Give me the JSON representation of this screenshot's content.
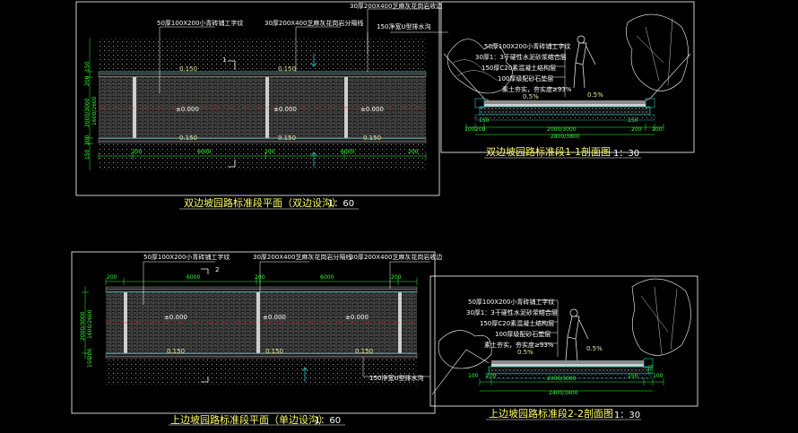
{
  "plan1": {
    "title": "双边坡园路标准段平面（双边设沟）",
    "scale": "1：60",
    "label_tiles": "50厚100X200小青砖铺工字纹",
    "label_divider": "30厚200X400芝麻灰花岗岩分隔线",
    "label_edge": "30厚200X400芝麻灰花岗岩收边",
    "label_drain": "150净宽U型排水沟",
    "slope_top_left": "0.150",
    "slope_top_mid": "0.150",
    "elev_left": "±0.000",
    "elev_mid": "±0.000",
    "elev_right": "±0.000",
    "slope_bot_left": "0.150",
    "slope_bot_mid": "0.150",
    "slope_bot_right": "0.150",
    "dim_200_a": "200",
    "dim_6000": "6000",
    "dim_200_b": "200",
    "dim_6000_b": "6000",
    "dim_200_c": "200",
    "dim_v_150_a": "150",
    "dim_v_200_a": "200",
    "dim_v_total": "2000/3000",
    "dim_v_inner": "1600/2600",
    "dim_v_200_b": "200",
    "dim_v_150_b": "150",
    "section_mark": "1"
  },
  "sec1": {
    "title": "双边坡园路标准段1-1剖面图",
    "scale": "1：30",
    "layer1": "50厚100X200小青砖铺工字纹",
    "layer2": "30厚1：3干硬性水泥砂浆结合层",
    "layer3": "150厚C20素混凝土结构层",
    "layer4": "100厚级配砂石垫层",
    "layer5": "素土夯实，夯实度≥93%",
    "slope_left": "0.5%",
    "slope_right": "0.5%",
    "dim_150_a": "150",
    "dim_150_b": "150",
    "dim_100_a": "100",
    "dim_200_a": "200",
    "dim_inner": "2000/3000",
    "dim_200_b": "200",
    "dim_100_b": "100",
    "dim_total": "2800/3800"
  },
  "plan2": {
    "title": "上边坡园路标准段平面（单边设沟）",
    "scale": "1：60",
    "label_tiles": "50厚100X200小青砖铺工字纹",
    "label_divider": "30厚200X400芝麻灰花岗岩分隔线",
    "label_edge": "30厚200X400芝麻灰花岗岩收边",
    "label_drain": "150净宽U型排水沟",
    "dim_6000_a": "6000",
    "dim_200_a": "200",
    "dim_6000_b": "6000",
    "dim_200_b": "200",
    "dim_200_c": "200",
    "elev_left": "±0.000",
    "elev_mid": "±0.000",
    "elev_right": "±0.000",
    "slope_left": "0.150",
    "slope_mid": "0.150",
    "slope_right": "0.150",
    "dim_v_total": "2000/3000",
    "dim_v_inner": "1600/2600",
    "dim_v_200": "200",
    "dim_v_150": "150",
    "section_mark": "2"
  },
  "sec2": {
    "title": "上边坡园路标准段2-2剖面图",
    "scale": "1：30",
    "layer1": "50厚100X200小青砖铺工字纹",
    "layer2": "30厚1：3干硬性水泥砂浆结合层",
    "layer3": "150厚C20素混凝土结构层",
    "layer4": "100厚级配砂石垫层",
    "layer5": "素土夯实，夯实度≥93%",
    "slope_left": "0.5%",
    "slope_right": "0.5%",
    "dim_100_a": "100",
    "dim_200_a": "200",
    "dim_inner": "2000/3000",
    "dim_150": "150",
    "dim_100_b": "100",
    "dim_total": "2400/3400",
    "dim_150_b": "150"
  },
  "colors": {
    "background": "#000000",
    "border": "#ffffff",
    "dimension": "#33ff33",
    "centerline": "#ff3333",
    "paving": "#8a8a8a",
    "concrete": "#33cccc",
    "title": "#ffff66"
  }
}
